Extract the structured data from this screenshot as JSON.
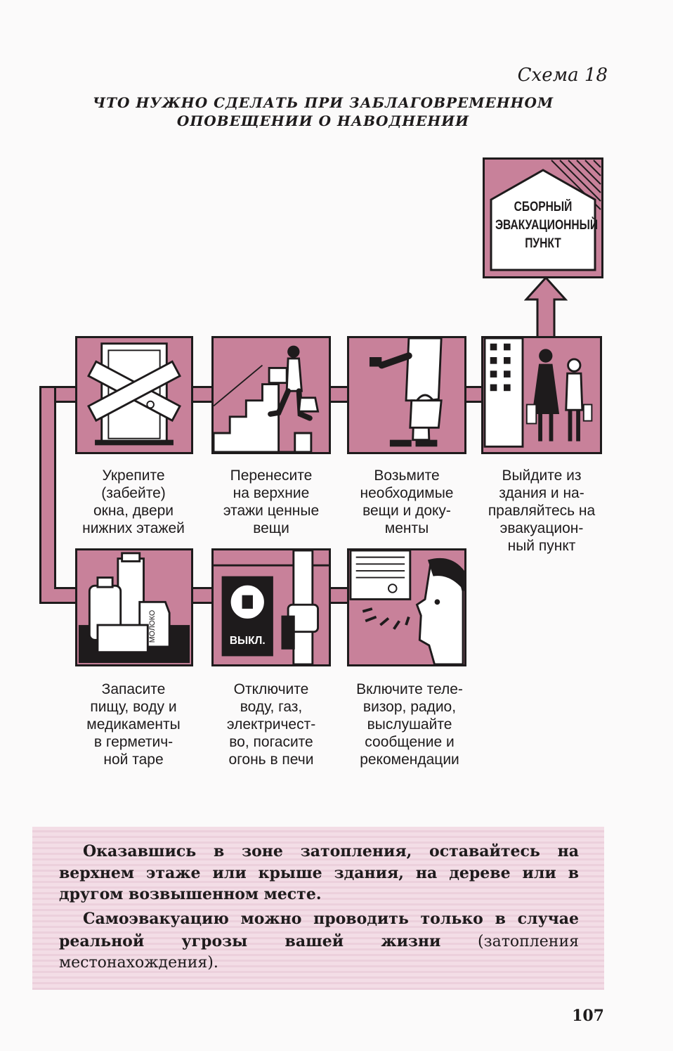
{
  "header": {
    "schema_label": "Схема 18",
    "title_line1": "ЧТО НУЖНО СДЕЛАТЬ ПРИ ЗАБЛАГОВРЕМЕННОМ",
    "title_line2": "ОПОВЕЩЕНИИ О НАВОДНЕНИИ"
  },
  "evacuation_point": {
    "label": "СБОРНЫЙ\nЭВАКУАЦИОННЫЙ\nПУНКТ"
  },
  "steps_top": [
    {
      "caption": "Укрепите\n(забейте)\nокна, двери\nнижних этажей",
      "icon": "boarded-door-icon"
    },
    {
      "caption": "Перенесите\nна верхние\nэтажи ценные\nвещи",
      "icon": "person-on-stairs-icon"
    },
    {
      "caption": "Возьмите\nнеобходимые\nвещи и доку-\nменты",
      "icon": "person-with-bag-icon"
    },
    {
      "caption": "Выйдите из\nздания и на-\nправляйтесь на\nэвакуацион-\nный пункт",
      "icon": "people-leaving-building-icon"
    }
  ],
  "steps_bottom": [
    {
      "caption": "Запасите\nпищу, воду и\nмедикаменты\nв герметич-\nной таре",
      "icon": "food-containers-icon",
      "milk_label": "МОЛОКО"
    },
    {
      "caption": "Отключите\nводу, газ,\nэлектричест-\nво, погасите\nогонь в печи",
      "icon": "switch-and-valve-icon",
      "switch_label": "ВЫКЛ."
    },
    {
      "caption": "Включите теле-\nвизор, радио,\nвыслушайте\nсообщение и\nрекомендации",
      "icon": "listening-radio-icon"
    }
  ],
  "notice": {
    "paragraph1": "Оказавшись в зоне затопления, оставайтесь на верхнем этаже или крыше здания, на дереве или в другом возвышенном месте.",
    "paragraph2_bold": "Самоэвакуацию можно проводить только в случае реальной угрозы вашей жизни",
    "paragraph2_rest": " (затопления местонахождения)."
  },
  "page_number": "107",
  "colors": {
    "accent_pink": "#c8819a",
    "ink": "#1e1b1c",
    "notice_bg": "#f3dde6"
  }
}
